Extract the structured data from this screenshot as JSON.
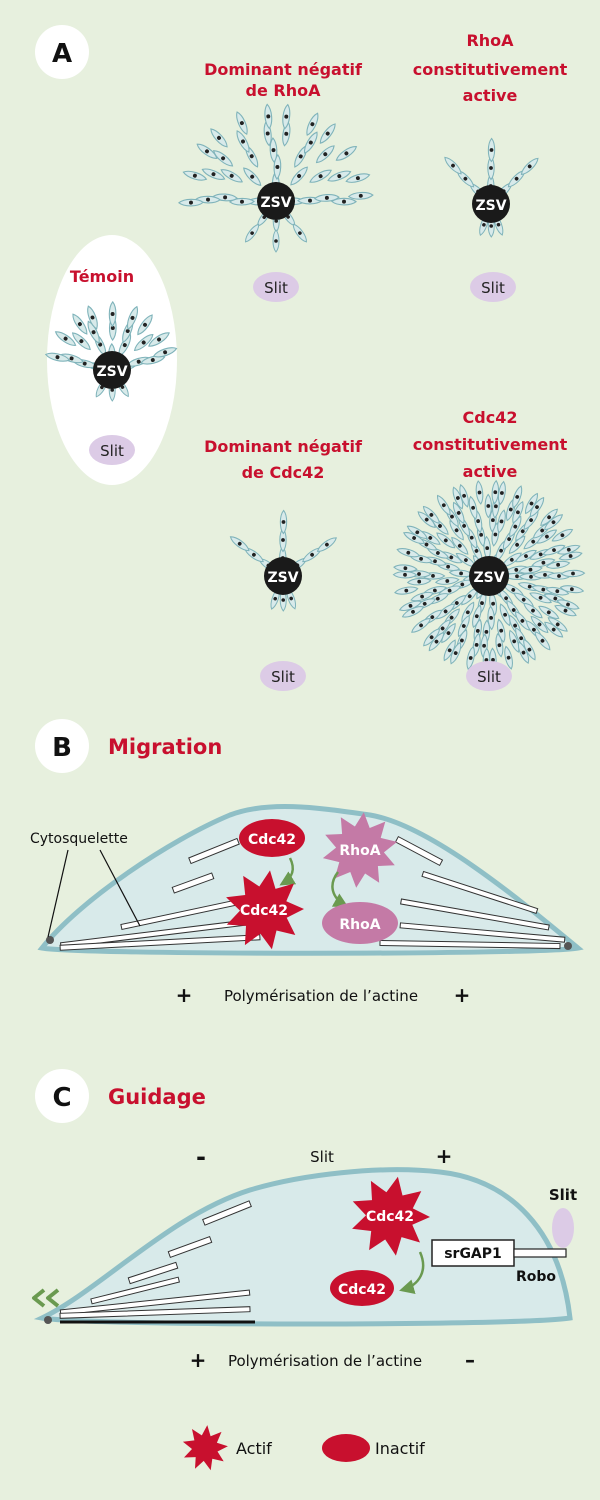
{
  "panel_a": {
    "letter": "A",
    "control": {
      "label": "Témoin",
      "center": "ZSV",
      "signal": "Slit"
    },
    "rhoa_dn": {
      "line1": "Dominant négatif",
      "line2": "de RhoA",
      "center": "ZSV",
      "signal": "Slit"
    },
    "rhoa_ca": {
      "line1": "RhoA",
      "line2": "constitutivement",
      "line3": "active",
      "center": "ZSV",
      "signal": "Slit"
    },
    "cdc42_dn": {
      "line1": "Dominant négatif",
      "line2": "de Cdc42",
      "center": "ZSV",
      "signal": "Slit"
    },
    "cdc42_ca": {
      "line1": "Cdc42",
      "line2": "constitutivement",
      "line3": "active",
      "center": "ZSV",
      "signal": "Slit"
    }
  },
  "panel_b": {
    "letter": "B",
    "title": "Migration",
    "cytoskeleton": "Cytosquelette",
    "cdc42_inactive": "Cdc42",
    "cdc42_active": "Cdc42",
    "rhoa_active": "RhoA",
    "rhoa_inactive": "RhoA",
    "sign_left": "+",
    "caption": "Polymérisation de l’actine",
    "sign_right": "+"
  },
  "panel_c": {
    "letter": "C",
    "title": "Guidage",
    "minus": "-",
    "slit_top": "Slit",
    "plus": "+",
    "cdc42_active": "Cdc42",
    "cdc42_inactive": "Cdc42",
    "srgap": "srGAP1",
    "robo": "Robo",
    "slit_right": "Slit",
    "sign_left": "+",
    "caption": "Polymérisation de l’actine",
    "sign_right": "–"
  },
  "legend": {
    "active": "Actif",
    "inactive": "Inactif"
  },
  "colors": {
    "background": "#e7f0de",
    "accent_red": "#c8102e",
    "cell_fill": "#d8eaea",
    "cell_stroke": "#8fbfc6",
    "rhoa_purple": "#c47aa6",
    "slit_lilac": "#dccbe6",
    "arrow_green": "#6a9a50"
  }
}
